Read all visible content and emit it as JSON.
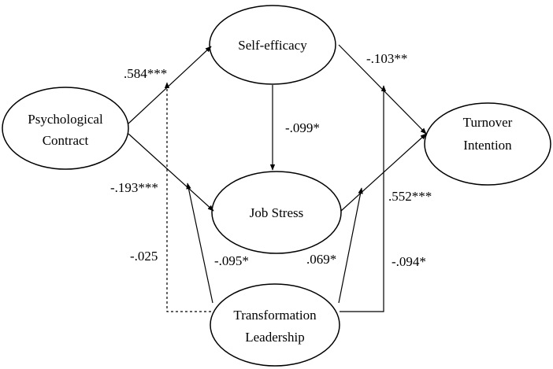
{
  "nodes": {
    "psychological_contract": {
      "line1": "Psychological",
      "line2": "Contract"
    },
    "self_efficacy": {
      "line1": "Self-efficacy"
    },
    "job_stress": {
      "line1": "Job Stress"
    },
    "turnover_intention": {
      "line1": "Turnover",
      "line2": "Intention"
    },
    "transformation_leadership": {
      "line1": "Transformation",
      "line2": "Leadership"
    }
  },
  "coefficients": {
    "pc_to_se": ".584***",
    "pc_to_js": "-.193***",
    "se_to_ti": "-.103**",
    "se_to_js": "-.099*",
    "js_to_ti": ".552***",
    "tl_mod_pc_se": "-.025",
    "tl_mod_pc_js": "-.095*",
    "tl_mod_js_ti": ".069*",
    "tl_mod_se_ti": "-.094*"
  },
  "colors": {
    "stroke": "#000000",
    "background": "#ffffff"
  }
}
